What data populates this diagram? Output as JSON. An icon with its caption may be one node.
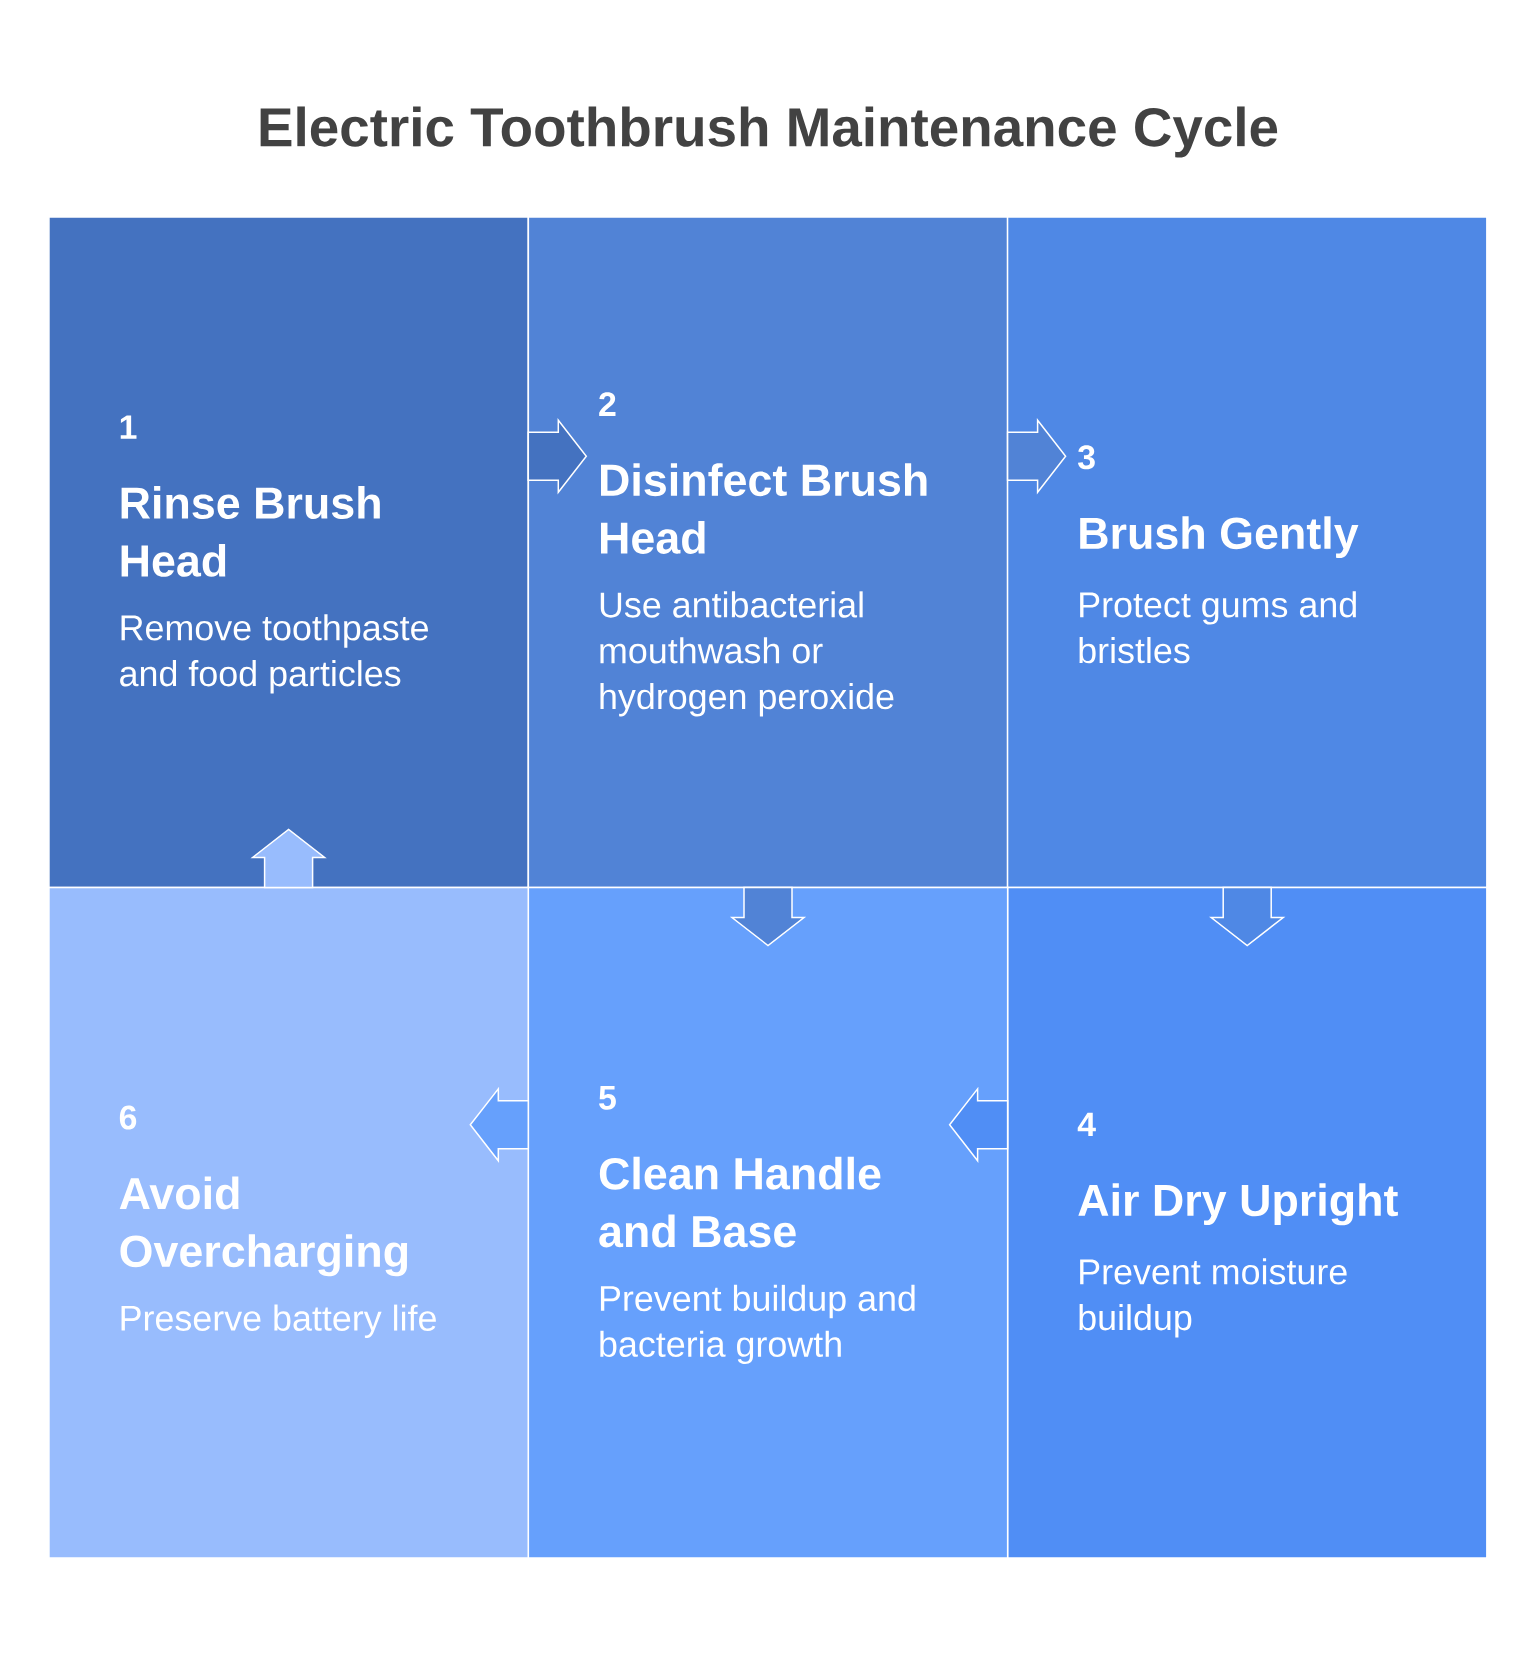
{
  "diagram": {
    "title": "Electric Toothbrush Maintenance Cycle",
    "nodes": [
      {
        "text": [
          "1",
          "Rinse Brush Head",
          "Remove toothpaste and food particles"
        ]
      },
      {
        "text": [
          "2",
          "Disinfect Brush Head",
          "Use antibacterial mouthwash or hydrogen peroxide"
        ]
      },
      {
        "text": [
          "3",
          "Brush Gently",
          "Protect gums and bristles"
        ]
      },
      {
        "text": [
          "4",
          "Air Dry Upright",
          "Prevent moisture buildup"
        ]
      },
      {
        "text": [
          "5",
          "Clean Handle and Base",
          "Prevent buildup and bacteria growth"
        ]
      },
      {
        "text": [
          "6",
          "Avoid Overcharging",
          "Preserve battery life"
        ]
      }
    ],
    "edges": [
      {
        "from": 0,
        "to": 1,
        "arrow": "to"
      },
      {
        "from": 1,
        "to": 2,
        "arrow": "to"
      },
      {
        "from": 2,
        "to": 3,
        "arrow": "to"
      },
      {
        "from": 3,
        "to": 4,
        "arrow": "to"
      },
      {
        "from": 4,
        "to": 5,
        "arrow": "to"
      },
      {
        "from": 5,
        "to": 0,
        "arrow": "to"
      },
      {
        "from": 1,
        "to": 4,
        "arrow": "to"
      }
    ]
  }
}
